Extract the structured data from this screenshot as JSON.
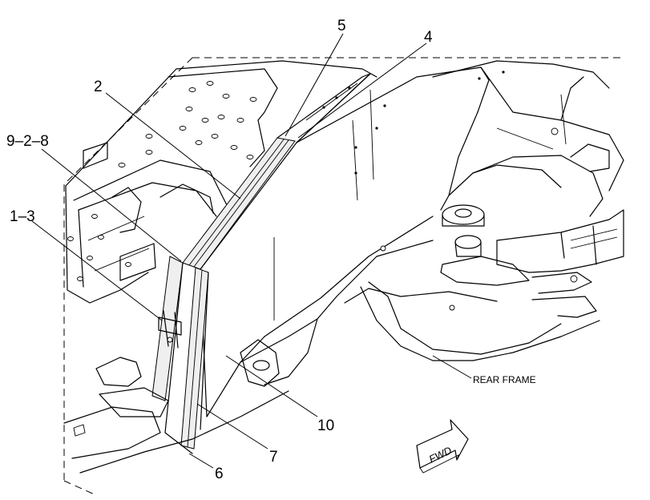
{
  "callouts": {
    "c2": "2",
    "c4": "4",
    "c5": "5",
    "c6": "6",
    "c7": "7",
    "c10": "10",
    "c13": "1–3",
    "c928": "9–2–8"
  },
  "labels": {
    "rear_frame": "REAR FRAME",
    "fwd": "FWD"
  }
}
